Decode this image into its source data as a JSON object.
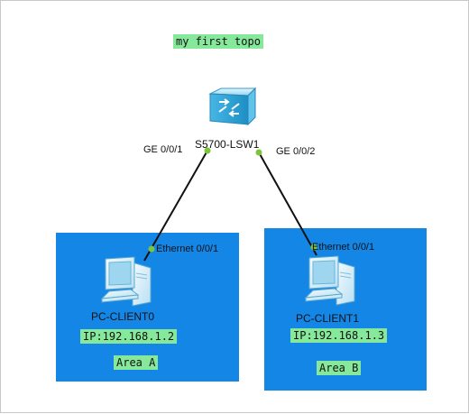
{
  "topology": {
    "title_note": "my first topo",
    "switch": {
      "name": "S5700-LSW1",
      "icon": "switch-icon",
      "ports": [
        "GE 0/0/1",
        "GE 0/0/2"
      ]
    },
    "areas": [
      {
        "label": "Area A",
        "client": {
          "name": "PC-CLIENT0",
          "icon": "pc-icon",
          "port": "Ethernet 0/0/1",
          "ip_note": "IP:192.168.1.2"
        }
      },
      {
        "label": "Area B",
        "client": {
          "name": "PC-CLIENT1",
          "icon": "pc-icon",
          "port": "Ethernet 0/0/1",
          "ip_note": "IP:192.168.1.3"
        }
      }
    ],
    "colors": {
      "area_fill": "#1486e6",
      "note_fill": "#86e89a",
      "link_up": "#7cc43a",
      "link_line": "#111111"
    }
  }
}
